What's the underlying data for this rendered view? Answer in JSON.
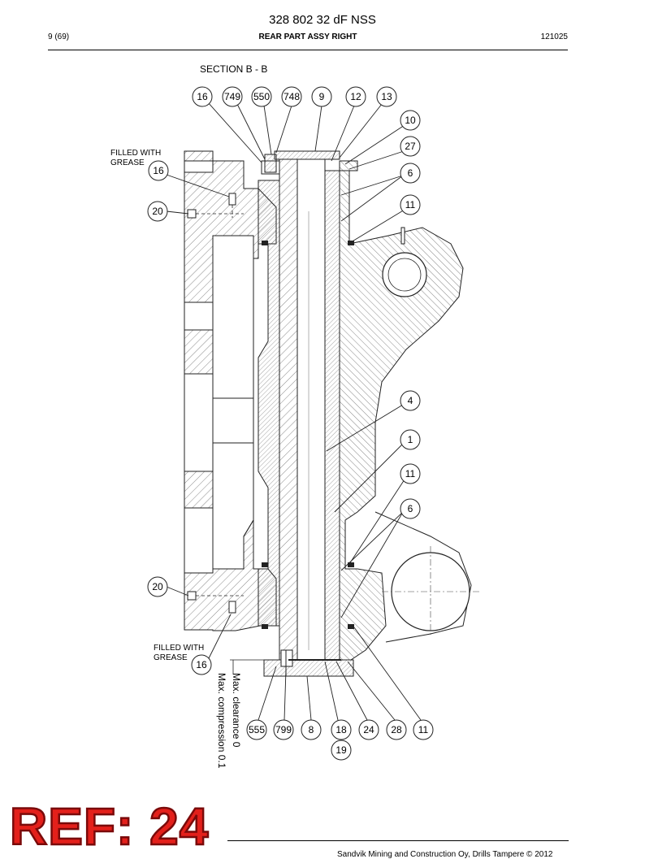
{
  "header": {
    "title": "328 802 32 dF NSS",
    "page": "9 (69)",
    "subtitle": "REAR PART ASSY RIGHT",
    "code": "121025"
  },
  "section_label": "SECTION B - B",
  "notes": {
    "grease_top": "FILLED WITH GREASE",
    "grease_bottom": "FILLED WITH GREASE",
    "clearance": "Max. clearance 0",
    "compression": "Max. compression 0.1"
  },
  "callouts": [
    "16",
    "749",
    "550",
    "748",
    "9",
    "12",
    "13",
    "10",
    "27",
    "6",
    "11",
    "16",
    "20",
    "4",
    "1",
    "11",
    "6",
    "20",
    "16",
    "555",
    "799",
    "8",
    "18",
    "19",
    "24",
    "28",
    "11"
  ],
  "stamp": "REF: 24",
  "footer": "Sandvik Mining and Construction Oy, Drills Tampere © 2012"
}
